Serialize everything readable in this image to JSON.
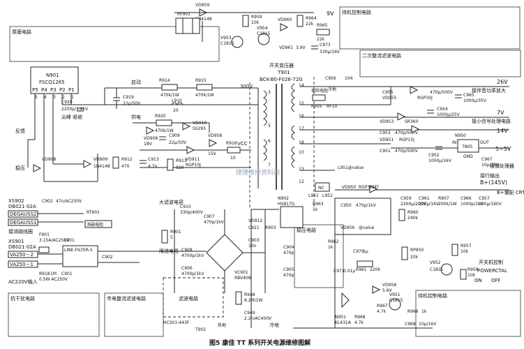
{
  "caption": "图5  康佳 TT 系列开关电源维修图解",
  "watermark": "捷捷维修资料网",
  "connectors": {
    "xs902": "XS902",
    "xs902_part": "DB021-02A",
    "degauss1": "DEGAUSS1",
    "degauss2": "DEGAUSS2",
    "xs901": "XS901",
    "xs901_part": "DB021-02A",
    "va250_2": "VA250－2",
    "va250_1": "VA250－1",
    "ac_input": "AC220V输入",
    "degauss_coil": "接消磁线圈"
  },
  "ic": {
    "name": "N901",
    "part": "FSCQ1265",
    "pins": [
      "P5",
      "P4",
      "P3",
      "P2",
      "P1"
    ],
    "pin_numbers": [
      "5",
      "4",
      "3",
      "2",
      "1"
    ],
    "labels": {
      "feedback": "反馈",
      "startup": "启动",
      "supply": "供电",
      "vcc": "VCC",
      "stabilize": "稳压",
      "spike": "尖峰\n吸收"
    }
  },
  "transformer": {
    "name": "T901",
    "part": "BCK-B0-F026-72G",
    "label": "开关变压器",
    "pin_a": "3",
    "pin_b": "5",
    "pin_c": "6",
    "pin_d": "7",
    "pin_e": "14",
    "pin_f": "15",
    "pin_g": "16",
    "pin_h": "17",
    "pin_i": "18",
    "pin_j": "10",
    "pin_k": "13",
    "pin_l": "12",
    "v300": "300V",
    "nc": "NC",
    "cold": "冷地",
    "hot": "热地"
  },
  "components": {
    "vd959": "VD959",
    "vd959v": "1N4148",
    "ry901": "RY901",
    "r959": "R959",
    "r959v": "10k",
    "v953": "V953",
    "v953v": "C1815",
    "v954": "V954",
    "v954v": "C1815",
    "vd960": "VD960",
    "r964": "R964",
    "r964v": "22k",
    "r965": "R965",
    "r965v": "22k",
    "vd961": "VD961",
    "vd961v": "3.9V",
    "c973": "C973",
    "c973v": "330μ/16V",
    "r914": "R914",
    "r914v": "470k/1W",
    "r915": "R915",
    "r915v": "470k/1W",
    "c919": "C919",
    "c919v": "22μ/50V",
    "l910": "L910",
    "l910v": "20",
    "c920": "C920",
    "c920v": "2200p/1.6kV",
    "r920": "R920",
    "r920v": "470k/1W",
    "vd908": "VD908",
    "vd908v": "18V",
    "vd910": "VD910",
    "vd910v": "SS295",
    "c909": "C909",
    "c909v": "22μ/50V",
    "vd911": "VD911",
    "vd911v": "RGP10J",
    "vd958": "VD958",
    "vd958v": "15V",
    "vd909": "VD909",
    "vd909v": "1N4148",
    "r912": "R912",
    "r912v": "470",
    "c913": "C913",
    "c913v": "4.7n",
    "r913": "R913",
    "r913v": "820",
    "r916": "R916",
    "r916v": "10",
    "c955": "C956",
    "c955v": "104",
    "r955": "R955",
    "rf10": "RF10",
    "fuse": "保险电阻",
    "c955b": "C955",
    "vd955": "VD955",
    "rgp30j": "RGP30J",
    "c965": "C965",
    "c965v": "1000μ/35V",
    "c960": "470p/500V",
    "vd953": "VD953",
    "vd953v": "SR360",
    "c954": "C954",
    "c954v": "1000μ/25V",
    "c953": "C953",
    "c953v": "470p/500V",
    "vd951": "VD951",
    "vd951v": "RGP15J",
    "c951": "C951",
    "c951v": "470p/500V",
    "c952": "C952",
    "c952v": "1000μ/16V",
    "n950": "N950",
    "n950v": "7805",
    "in": "IN",
    "out": "OUT",
    "gnd": "GND",
    "c967": "C967",
    "c967v": "10μ/16V",
    "l951": "L951",
    "l952": "L952",
    "l951v": "L951@value",
    "vd950": "VD950",
    "vd950v": "RGP30MT",
    "c950": "C950",
    "c950v": "470p/1kV",
    "vd956": "VD956",
    "vd956v": "@value",
    "c959": "C959",
    "c959v": "2200μ/200V",
    "c961": "C961",
    "c961v": "220μ/16V",
    "r907": "R907",
    "r907v": "200k/1W",
    "c966": "C966",
    "c966v": "1000p/1kV",
    "c957": "C957",
    "c957v": "100μ/160V",
    "r960": "R960",
    "r960v": "240k",
    "r957": "R957",
    "r957v": "10k",
    "v952": "V952",
    "v952v": "C1815",
    "r958": "R958",
    "r958v": "10k",
    "c910": "C910",
    "c910v": "330p/400V",
    "c907": "C907",
    "c907v": "470p/1kV",
    "vc901": "VC901",
    "vc901v": "RBV408",
    "c908": "C908",
    "c908v": "4700p/1kV",
    "c906": "C906",
    "c906v": "4700p/1kV",
    "r901": "R901",
    "r901v": "5",
    "vd912": "VD912",
    "c921": "C921",
    "r903": "R903",
    "c903": "C903",
    "c903v": "10n",
    "n902": "N902",
    "n902v": "HS817G",
    "r962": "R962",
    "r962v": "1k",
    "r963": "R963",
    "r963v": "1k",
    "c904": "C904",
    "c904v": "470p",
    "c905": "C905",
    "c905v": "470p",
    "r948": "R948",
    "r948v": "8.2M/1W",
    "c971": "C971",
    "c971v": "0.01μ",
    "c970": "C970",
    "c970v": "1μ",
    "r961": "R961",
    "r961v": "220k",
    "rp950": "RP950",
    "rp950v": "20k",
    "vd958b": "VD958",
    "vd958bv": "5.6V",
    "n951": "N951",
    "n951v": "KL431A",
    "r968": "R968",
    "r968v": "4.7k",
    "r967": "R967",
    "r967v": "4.7k",
    "c968": "C968",
    "c968v": "10μ/16V",
    "v951": "V951",
    "v951v": "C1815",
    "r966": "R966",
    "r966v": "1k",
    "c902": "C902",
    "c902v": "47n/AC250V",
    "f901": "F901",
    "f901v": "3.15A/AC250V",
    "rt901": "RT901",
    "degauss_res": "消磁电阻",
    "l901": "L901",
    "l901v": "LINE-FILTER-5",
    "r918": "R918",
    "r918v": "1M",
    "c901": "C901",
    "c901v": "0.5W AC250V",
    "c909b": "C902",
    "t902": "T902",
    "t902v": "HCS01-443F",
    "c949": "C949",
    "c949v": "2.2n/AC400V"
  },
  "outputs": {
    "v9": "9V",
    "v26": "26V",
    "v26_desc": "接伴音功率放大",
    "v7": "7V",
    "v7_desc": "接小信号处理电路",
    "v14": "14V",
    "v5": "5~5V",
    "v5_desc": "接微处理器",
    "vb": "B+(145V)",
    "vb_desc": "接行输出",
    "crt": "B+偏配\nCRT型号\n不同而有\n所变化",
    "power_ctrl": "开关机控制",
    "powerctal": "POWERCTAL",
    "on": "ON",
    "off": "OFF"
  },
  "notes": {
    "standby": "待机控制电路",
    "thick_film": "厚膜电路",
    "secondary": "二次整流滤波电路",
    "regulator": "稳压电路",
    "anti_interf": "抗干扰电路",
    "mains_rect": "市电整流滤波电路",
    "mains_filter": "滤波电路",
    "heat_sink": "热地",
    "large_filter": "大滤波电容",
    "limit_res": "限流电阻",
    "standby_note": "待机控制电路"
  }
}
